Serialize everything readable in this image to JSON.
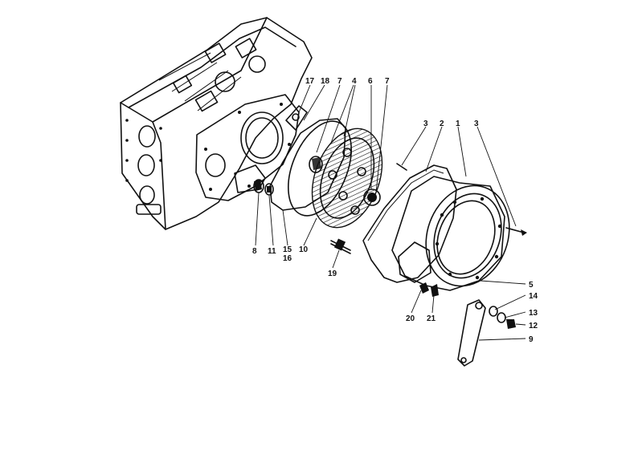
{
  "callouts": {
    "c17": "17",
    "c18": "18",
    "c7a": "7",
    "c4": "4",
    "c6": "6",
    "c7b": "7",
    "c3a": "3",
    "c2": "2",
    "c1": "1",
    "c3b": "3",
    "c8": "8",
    "c11": "11",
    "c15": "15",
    "c16": "16",
    "c10": "10",
    "c19": "19",
    "c20": "20",
    "c21": "21",
    "c5": "5",
    "c14": "14",
    "c13": "13",
    "c12": "12",
    "c9": "9"
  }
}
